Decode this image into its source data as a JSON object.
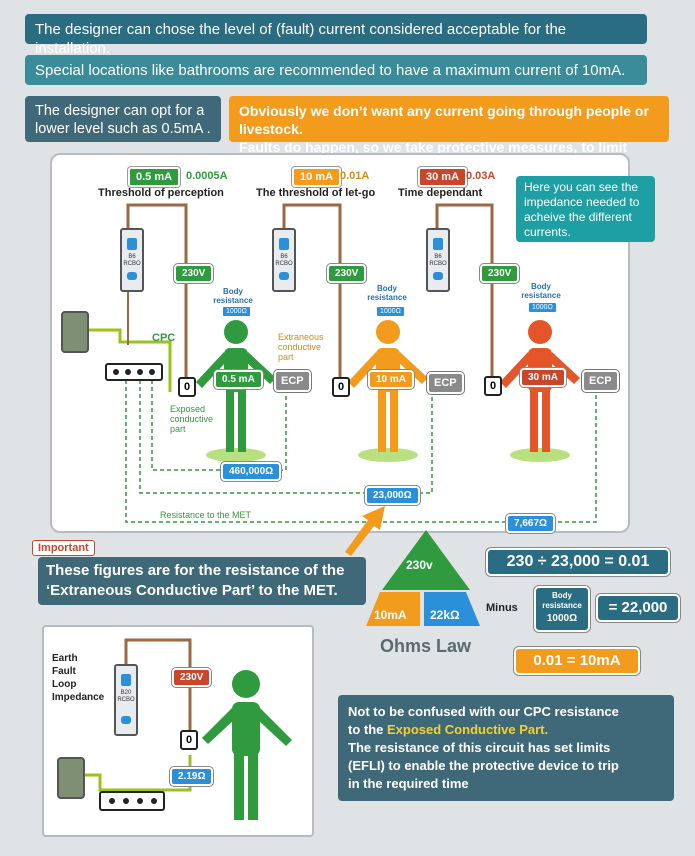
{
  "banners": {
    "b1": "The designer can chose the level of (fault) current considered acceptable for the installation.",
    "b2": "Special locations like bathrooms are recommended to have a maximum current of 10mA.",
    "b3": "The designer can opt for a lower level such as 0.5mA .",
    "b4_line1": "Obviously we don’t want any current going through people or livestock.",
    "b4_line2": "Faults do happen, so we take protective measures, to limit current flow"
  },
  "thresholds": [
    {
      "tag": "0.5 mA",
      "amps": "0.0005A",
      "title": "Threshold of perception",
      "person_current": "0.5 mA",
      "resistance": "460,000Ω"
    },
    {
      "tag": "10 mA",
      "amps": "0.01A",
      "title": "The threshold of let-go",
      "person_current": "10 mA",
      "resistance": "23,000Ω"
    },
    {
      "tag": "30 mA",
      "amps": "0.03A",
      "title": "Time dependant",
      "person_current": "30 mA",
      "resistance": "7,667Ω"
    }
  ],
  "diagram": {
    "info": "Here you can see the impedance needed to acheive the different currents.",
    "voltage": "230V",
    "body_resistance": "Body resistance",
    "body_ohm": "1000Ω",
    "cpc": "CPC",
    "ecp": "ECP",
    "zero": "0",
    "exposed": "Exposed conductive part",
    "extraneous": "Extraneous conductive part",
    "met_label": "Resistance to the MET",
    "mcb_label": "B6 RCBO"
  },
  "important": {
    "tag": "Important",
    "text_line1": "These figures are for the resistance of the",
    "text_line2": "‘Extraneous Conductive Part’ to the MET."
  },
  "ohms": {
    "v": "230v",
    "i": "10mA",
    "r": "22kΩ",
    "title": "Ohms Law",
    "eq1": "230 ÷ 23,000 = 0.01",
    "minus": "Minus",
    "body_label": "Body resistance",
    "body_value": "1000Ω",
    "eq2": "= 22,000",
    "eq3": "0.01 = 10mA"
  },
  "efli": {
    "label_l1": "Earth",
    "label_l2": "Fault",
    "label_l3": "Loop",
    "label_l4": "Impedance",
    "voltage": "230V",
    "zero": "0",
    "resistance": "2.19Ω",
    "mcb_label": "B20 RCBO"
  },
  "note": {
    "line1": "Not to be confused with our CPC resistance",
    "line2_pre": "to the ",
    "line2_highlight": "Exposed Conductive Part.",
    "line3": "The resistance of this circuit has set limits",
    "line4": "(EFLI) to enable the protective device to trip",
    "line5": "in the required time"
  },
  "colors": {
    "green": "#2f9a3e",
    "orange": "#f29b1d",
    "red": "#d9532b",
    "blue": "#2b8fd9",
    "teal": "#2a6d82",
    "highlight": "#f2d22e"
  }
}
